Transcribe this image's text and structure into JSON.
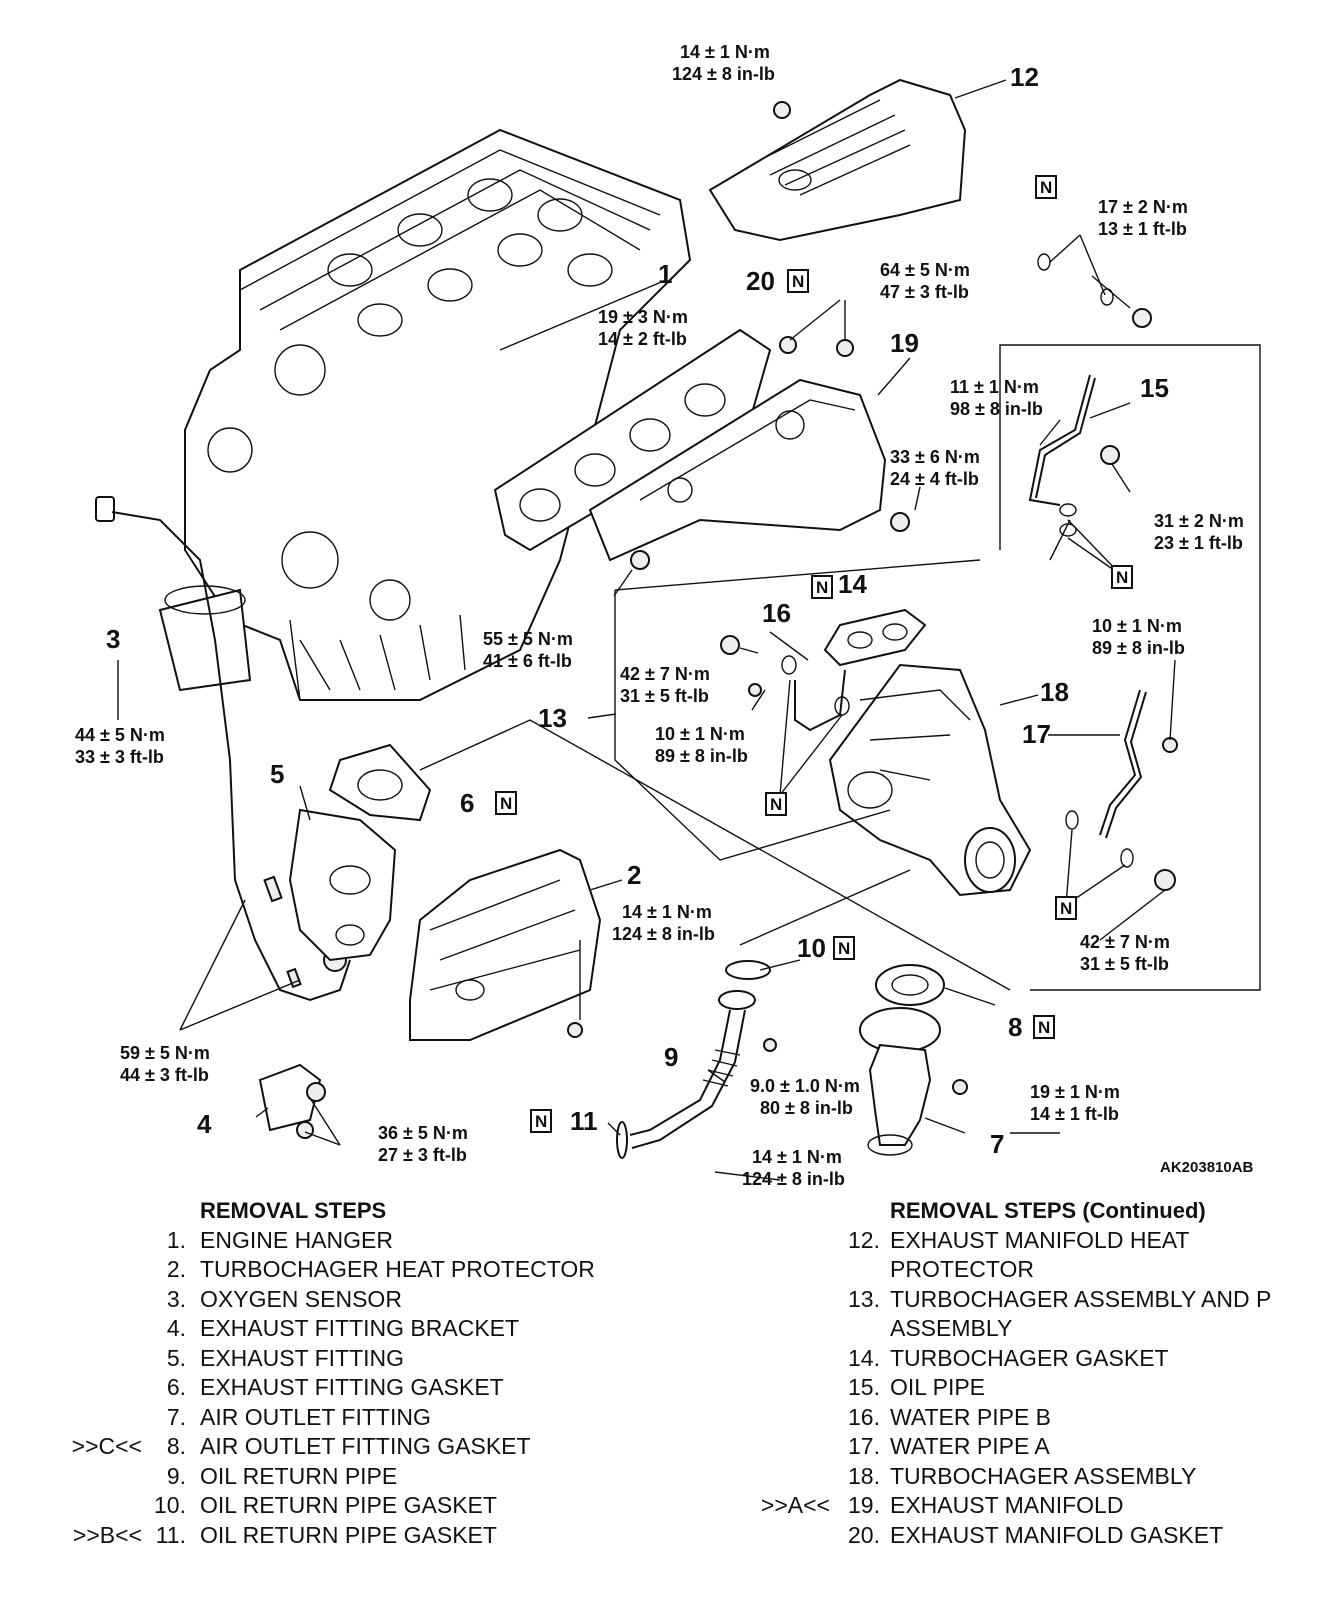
{
  "diagram": {
    "figure_id": "AK203810AB",
    "callouts": {
      "c1": "1",
      "c2": "2",
      "c3": "3",
      "c4": "4",
      "c5": "5",
      "c6": "6",
      "c7": "7",
      "c8": "8",
      "c9": "9",
      "c10": "10",
      "c11": "11",
      "c12": "12",
      "c13": "13",
      "c14": "14",
      "c15": "15",
      "c16": "16",
      "c17": "17",
      "c18": "18",
      "c19": "19",
      "c20": "20"
    },
    "new_part_mark": "N",
    "torques": {
      "t12": [
        "14 ± 1 N·m",
        "124 ± 8 in-lb"
      ],
      "t17": [
        "17 ± 2 N·m",
        "13 ± 1 ft-lb"
      ],
      "t64": [
        "64 ± 5 N·m",
        "47 ± 3 ft-lb"
      ],
      "t19": [
        "19 ± 3 N·m",
        "14 ± 2 ft-lb"
      ],
      "t11": [
        "11 ± 1 N·m",
        "98 ± 8 in-lb"
      ],
      "t33": [
        "33 ± 6 N·m",
        "24 ± 4 ft-lb"
      ],
      "t31": [
        "31 ± 2 N·m",
        "23 ± 1 ft-lb"
      ],
      "t55": [
        "55 ± 5 N·m",
        "41 ± 6 ft-lb"
      ],
      "t42a": [
        "42 ± 7 N·m",
        "31 ± 5 ft-lb"
      ],
      "t10a": [
        "10 ± 1 N·m",
        "89 ± 8 in-lb"
      ],
      "t10b": [
        "10 ± 1 N·m",
        "89 ± 8 in-lb"
      ],
      "t44": [
        "44 ± 5 N·m",
        "33 ± 3 ft-lb"
      ],
      "t14b": [
        "14 ± 1 N·m",
        "124 ± 8 in-lb"
      ],
      "t42b": [
        "42 ± 7 N·m",
        "31 ± 5 ft-lb"
      ],
      "t59": [
        "59 ± 5 N·m",
        "44 ± 3 ft-lb"
      ],
      "t9": [
        "9.0 ± 1.0 N·m",
        "80 ± 8 in-lb"
      ],
      "t19b": [
        "19 ± 1 N·m",
        "14 ± 1 ft-lb"
      ],
      "t36": [
        "36 ± 5 N·m",
        "27 ± 3 ft-lb"
      ],
      "t14c": [
        "14 ± 1 N·m",
        "124 ± 8 in-lb"
      ]
    }
  },
  "removal_steps": {
    "heading": "REMOVAL STEPS",
    "items": [
      {
        "prefix": "",
        "num": "1.",
        "text": "ENGINE HANGER"
      },
      {
        "prefix": "",
        "num": "2.",
        "text": "TURBOCHAGER HEAT PROTECTOR"
      },
      {
        "prefix": "",
        "num": "3.",
        "text": "OXYGEN SENSOR"
      },
      {
        "prefix": "",
        "num": "4.",
        "text": "EXHAUST FITTING BRACKET"
      },
      {
        "prefix": "",
        "num": "5.",
        "text": "EXHAUST FITTING"
      },
      {
        "prefix": "",
        "num": "6.",
        "text": "EXHAUST FITTING GASKET"
      },
      {
        "prefix": "",
        "num": "7.",
        "text": "AIR OUTLET FITTING"
      },
      {
        "prefix": ">>C<<",
        "num": "8.",
        "text": "AIR OUTLET FITTING GASKET"
      },
      {
        "prefix": "",
        "num": "9.",
        "text": "OIL RETURN PIPE"
      },
      {
        "prefix": "",
        "num": "10.",
        "text": "OIL RETURN PIPE GASKET"
      },
      {
        "prefix": ">>B<<",
        "num": "11.",
        "text": "OIL RETURN PIPE GASKET"
      }
    ]
  },
  "removal_steps_continued": {
    "heading": "REMOVAL STEPS (Continued)",
    "items": [
      {
        "prefix": "",
        "num": "12.",
        "text": "EXHAUST MANIFOLD HEAT"
      },
      {
        "prefix": "",
        "num": "",
        "text": "PROTECTOR"
      },
      {
        "prefix": "",
        "num": "13.",
        "text": "TURBOCHAGER ASSEMBLY AND P"
      },
      {
        "prefix": "",
        "num": "",
        "text": "ASSEMBLY"
      },
      {
        "prefix": "",
        "num": "14.",
        "text": "TURBOCHAGER GASKET"
      },
      {
        "prefix": "",
        "num": "15.",
        "text": "OIL PIPE"
      },
      {
        "prefix": "",
        "num": "16.",
        "text": "WATER PIPE B"
      },
      {
        "prefix": "",
        "num": "17.",
        "text": "WATER PIPE A"
      },
      {
        "prefix": "",
        "num": "18.",
        "text": "TURBOCHAGER ASSEMBLY"
      },
      {
        "prefix": ">>A<<",
        "num": "19.",
        "text": "EXHAUST MANIFOLD"
      },
      {
        "prefix": "",
        "num": "20.",
        "text": "EXHAUST MANIFOLD GASKET"
      }
    ]
  }
}
